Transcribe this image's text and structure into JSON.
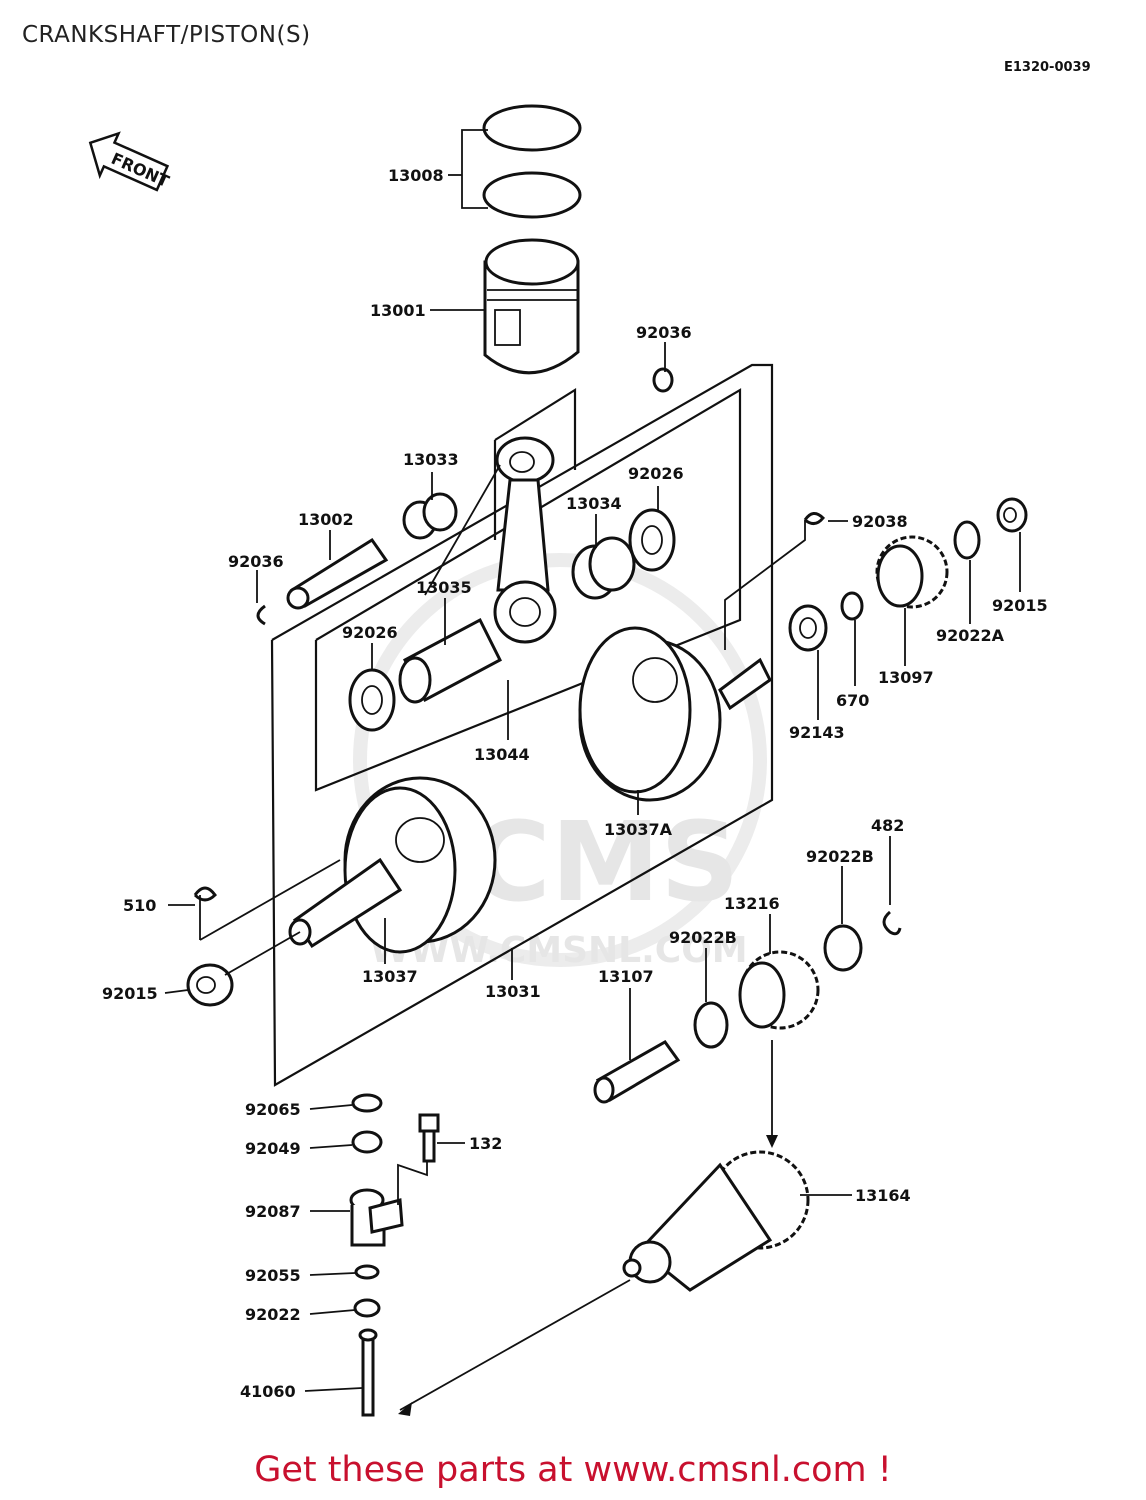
{
  "page": {
    "title": "CRANKSHAFT/PISTON(S)",
    "diagram_code": "E1320-0039",
    "front_label": "FRONT",
    "watermark": {
      "brand": "CMS",
      "url": "WWW.CMSNL.COM"
    },
    "footer": "Get these parts at www.cmsnl.com !"
  },
  "colors": {
    "ink": "#111111",
    "footer_text": "#c8102e",
    "watermark": "#e6e6e6"
  },
  "callouts": [
    {
      "id": "c-13008",
      "label": "13008"
    },
    {
      "id": "c-13001",
      "label": "13001"
    },
    {
      "id": "c-92036a",
      "label": "92036"
    },
    {
      "id": "c-13033",
      "label": "13033"
    },
    {
      "id": "c-13002",
      "label": "13002"
    },
    {
      "id": "c-92026a",
      "label": "92026"
    },
    {
      "id": "c-13034",
      "label": "13034"
    },
    {
      "id": "c-92036b",
      "label": "92036"
    },
    {
      "id": "c-13035",
      "label": "13035"
    },
    {
      "id": "c-92026b",
      "label": "92026"
    },
    {
      "id": "c-92038",
      "label": "92038"
    },
    {
      "id": "c-92015a",
      "label": "92015"
    },
    {
      "id": "c-92022a",
      "label": "92022A"
    },
    {
      "id": "c-13097",
      "label": "13097"
    },
    {
      "id": "c-670",
      "label": "670"
    },
    {
      "id": "c-92143",
      "label": "92143"
    },
    {
      "id": "c-13044",
      "label": "13044"
    },
    {
      "id": "c-13037a",
      "label": "13037A"
    },
    {
      "id": "c-482",
      "label": "482"
    },
    {
      "id": "c-92022b1",
      "label": "92022B"
    },
    {
      "id": "c-13216",
      "label": "13216"
    },
    {
      "id": "c-510",
      "label": "510"
    },
    {
      "id": "c-92022b2",
      "label": "92022B"
    },
    {
      "id": "c-13107",
      "label": "13107"
    },
    {
      "id": "c-13037",
      "label": "13037"
    },
    {
      "id": "c-13031",
      "label": "13031"
    },
    {
      "id": "c-92015b",
      "label": "92015"
    },
    {
      "id": "c-92065",
      "label": "92065"
    },
    {
      "id": "c-92049",
      "label": "92049"
    },
    {
      "id": "c-132",
      "label": "132"
    },
    {
      "id": "c-92087",
      "label": "92087"
    },
    {
      "id": "c-13164",
      "label": "13164"
    },
    {
      "id": "c-92055",
      "label": "92055"
    },
    {
      "id": "c-92022",
      "label": "92022"
    },
    {
      "id": "c-41060",
      "label": "41060"
    }
  ]
}
